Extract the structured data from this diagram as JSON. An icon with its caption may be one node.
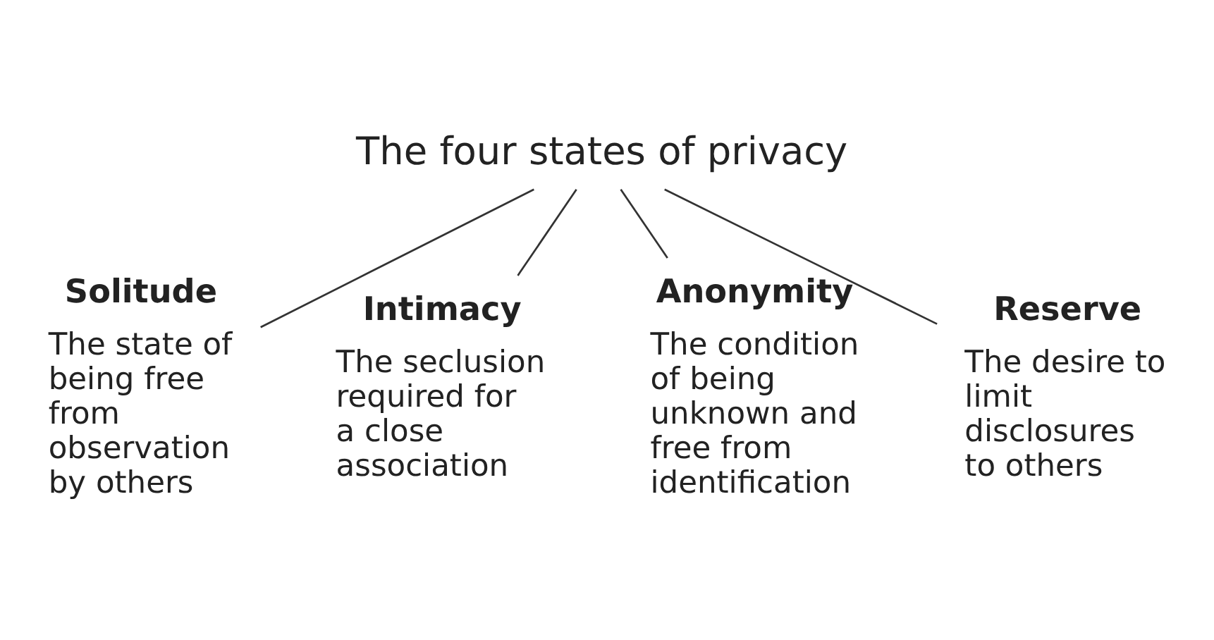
{
  "diagram": {
    "nodes": [
      {
        "text": [
          "The four states of privacy"
        ]
      },
      {
        "text": [
          "Solitude",
          "The state of being free from observation by others"
        ]
      },
      {
        "text": [
          "Intimacy",
          "The seclusion required for a close association"
        ]
      },
      {
        "text": [
          "Anonymity",
          "The condition of being unknown and free from identification"
        ]
      },
      {
        "text": [
          "Reserve",
          "The desire to limit disclosures to others"
        ]
      }
    ],
    "edges": [
      {
        "from": 0,
        "to": 1,
        "arrow": "none"
      },
      {
        "from": 0,
        "to": 2,
        "arrow": "none"
      },
      {
        "from": 0,
        "to": 3,
        "arrow": "none"
      },
      {
        "from": 0,
        "to": 4,
        "arrow": "none"
      }
    ]
  }
}
